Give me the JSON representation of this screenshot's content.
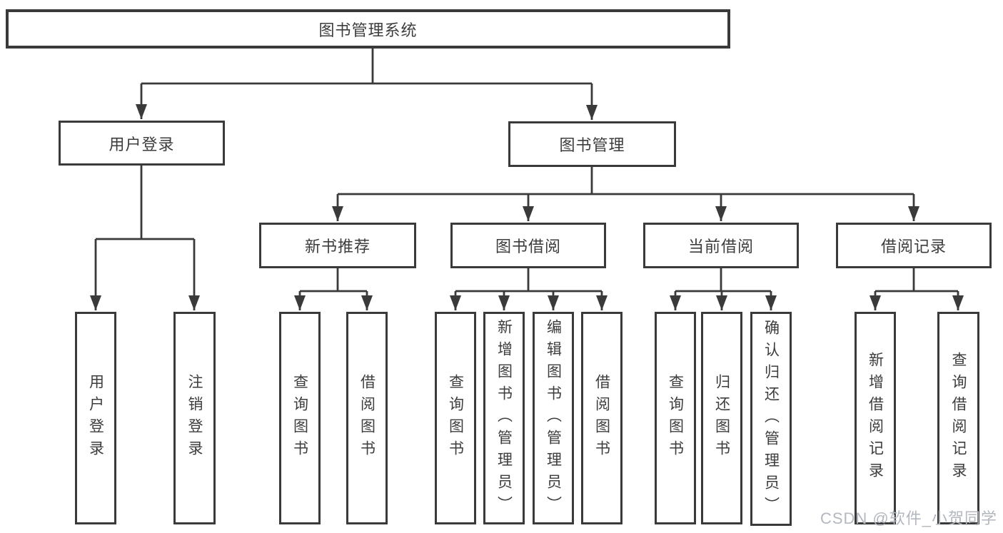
{
  "diagram": {
    "root": {
      "label": "图书管理系统",
      "children": [
        {
          "label": "用户登录",
          "children": [
            {
              "label": "用户登录"
            },
            {
              "label": "注销登录"
            }
          ]
        },
        {
          "label": "图书管理",
          "children": [
            {
              "label": "新书推荐",
              "children": [
                {
                  "label": "查询图书"
                },
                {
                  "label": "借阅图书"
                }
              ]
            },
            {
              "label": "图书借阅",
              "children": [
                {
                  "label": "查询图书"
                },
                {
                  "label": "新增图书（管理员）"
                },
                {
                  "label": "编辑图书（管理员）"
                },
                {
                  "label": "借阅图书"
                }
              ]
            },
            {
              "label": "当前借阅",
              "children": [
                {
                  "label": "查询图书"
                },
                {
                  "label": "归还图书"
                },
                {
                  "label": "确认归还（管理员）"
                }
              ]
            },
            {
              "label": "借阅记录",
              "children": [
                {
                  "label": "新增借阅记录"
                },
                {
                  "label": "查询借阅记录"
                }
              ]
            }
          ]
        }
      ]
    }
  },
  "watermark": {
    "text": "CSDN @软件_小贺同学"
  },
  "colors": {
    "line": "#3a3a3a",
    "box_border": "#3a3a3a",
    "text": "#3d3d3d",
    "background": "#ffffff",
    "watermark": "#b3b7bf"
  }
}
